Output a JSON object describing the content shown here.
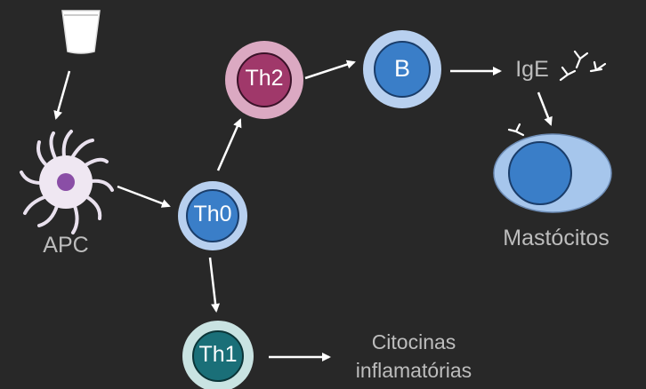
{
  "nodes": {
    "th2": "Th2",
    "b": "B",
    "th0": "Th0",
    "th1": "Th1"
  },
  "labels": {
    "apc": "APC",
    "ige": "IgE",
    "mastocitos": "Mastócitos",
    "citocinas_line1": "Citocinas",
    "citocinas_line2": "inflamatórias"
  },
  "colors": {
    "background": "#282828",
    "arrow": "#ffffff",
    "label": "#bdbdbd",
    "th_inner": "#3a7ec8",
    "th_ring": "#b8d0ef",
    "th2_inner": "#a0386a",
    "th2_ring": "#dba9c2",
    "th1_ring": "#c9e3e2",
    "th1_inner": "#1a6f78",
    "apc_nucleus": "#8a4ea6",
    "apc_body": "#efe7f2",
    "mast_outer": "#a6c6ec",
    "mast_nucleus": "#3a7ec8"
  },
  "icons": [
    "glass-of-milk-icon",
    "apc-cell-icon",
    "antibody-y-icon",
    "mast-cell-icon"
  ]
}
